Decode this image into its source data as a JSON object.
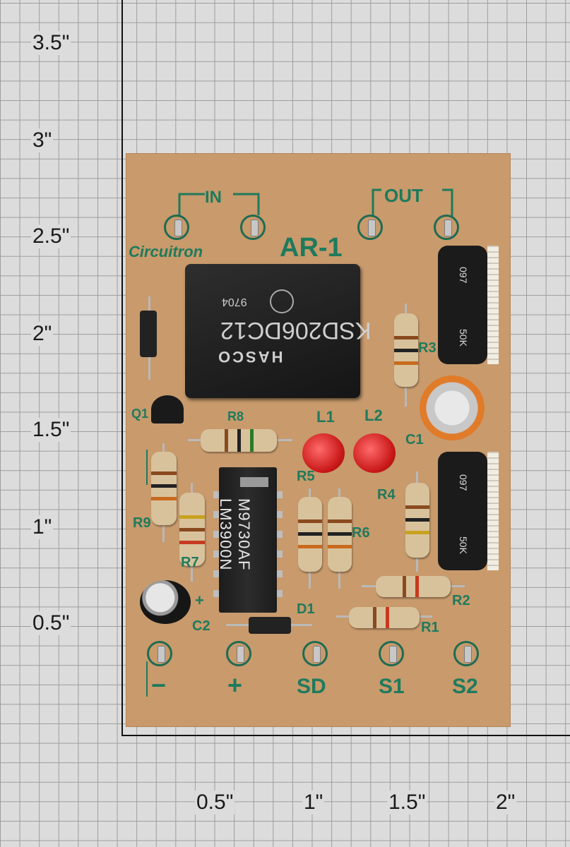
{
  "photo": {
    "axis_labels": {
      "y": [
        "3.5\"",
        "3\"",
        "2.5\"",
        "2\"",
        "1.5\"",
        "1\"",
        "0.5\""
      ],
      "x": [
        "0.5\"",
        "1\"",
        "1.5\"",
        "2\""
      ]
    },
    "board": {
      "silkscreen": {
        "in_label": "IN",
        "out_label": "OUT",
        "logo": "Circuitron",
        "model": "AR-1",
        "terminals": [
          "−",
          "+",
          "SD",
          "S1",
          "S2"
        ],
        "refs": {
          "r1": "R1",
          "r2": "R2",
          "r3": "R3",
          "r4": "R4",
          "r5": "R5",
          "r6": "R6",
          "r7": "R7",
          "r8": "R8",
          "r9": "R9",
          "l1": "L1",
          "l2": "L2",
          "c1": "C1",
          "c2": "C2",
          "d1": "D1",
          "q1": "Q1",
          "c2_plus": "+"
        }
      },
      "relay": {
        "part_number": "KSD206DC12",
        "date_code": "9704",
        "brand": "HASCO"
      },
      "ic": {
        "line1": "M9730AF",
        "line2": "LM3900N"
      },
      "trimpots": {
        "top_code": "097",
        "top_value": "50K",
        "bottom_code": "097",
        "bottom_value": "50K"
      }
    },
    "colors": {
      "pcb": "#c89a6c",
      "silkscreen": "#1f7a5c",
      "grid_line": "#9d9d9d"
    }
  }
}
